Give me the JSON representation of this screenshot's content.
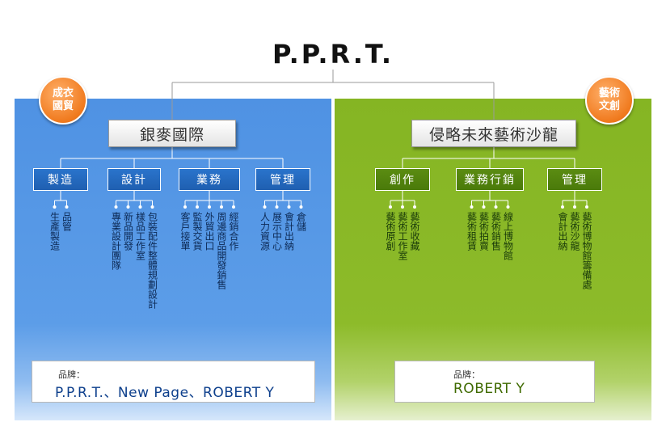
{
  "title": "P.P.R.T.",
  "colors": {
    "left_panel": "#5c9de8",
    "right_panel": "#8dbb2a",
    "badge": "#f07a1e",
    "left_dept": "#1f5fb0",
    "right_dept": "#4a7a0a"
  },
  "left": {
    "badge": [
      "成衣",
      "國貿"
    ],
    "company": "銀麥國際",
    "departments": [
      {
        "name": "製造",
        "items": [
          "生產製造",
          "品管"
        ]
      },
      {
        "name": "設計",
        "items": [
          "專業設計團隊",
          "新品開發",
          "樣品工作室",
          "包裝配件整體規劃設計"
        ]
      },
      {
        "name": "業務",
        "items": [
          "客戶接單",
          "監製交貨",
          "外貿出口",
          "周邊商品開發銷售",
          "經銷合作"
        ]
      },
      {
        "name": "管理",
        "items": [
          "人力資源",
          "展示中心",
          "會計出納",
          "倉儲"
        ]
      }
    ],
    "brand_label": "品牌：",
    "brand_value": "P.P.R.T.、New Page、ROBERT Y"
  },
  "right": {
    "badge": [
      "藝術",
      "文創"
    ],
    "company": "侵略未來藝術沙龍",
    "departments": [
      {
        "name": "創作",
        "items": [
          "藝術原創",
          "藝術工作室",
          "藝術收藏"
        ]
      },
      {
        "name": "業務行銷",
        "items": [
          "藝術租賃",
          "藝術拍賣",
          "藝術銷售",
          "線上博物館"
        ]
      },
      {
        "name": "管理",
        "items": [
          "會計出納",
          "藝術沙龍",
          "藝術博物館籌備處"
        ]
      }
    ],
    "brand_label": "品牌：",
    "brand_value": "ROBERT Y"
  }
}
